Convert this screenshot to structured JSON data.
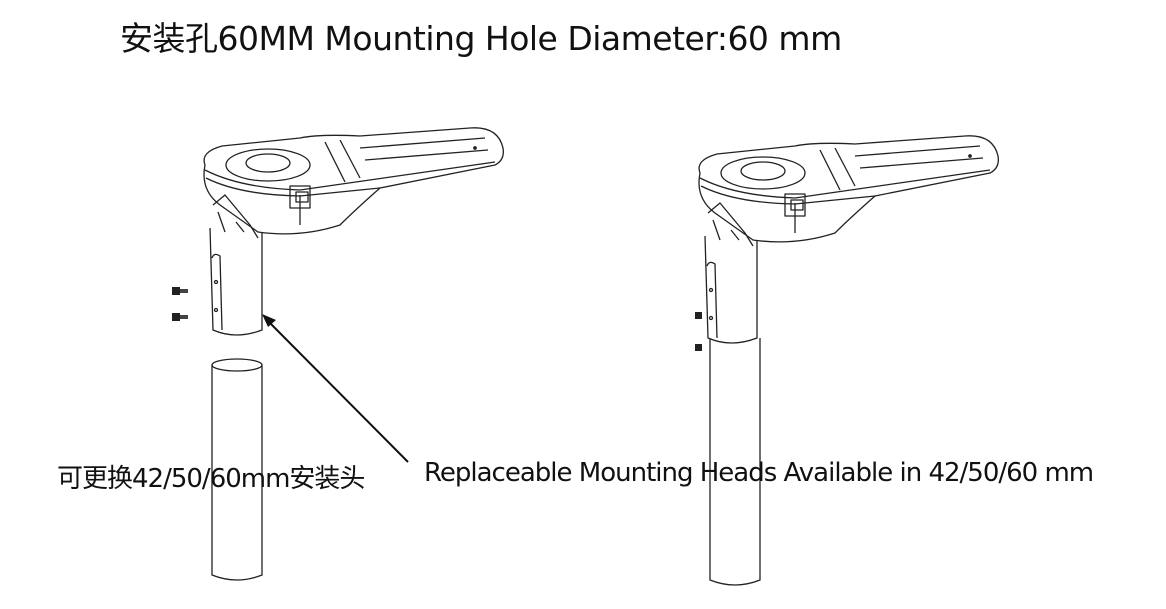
{
  "title": "安装孔60MM  Mounting Hole Diameter:60 mm",
  "caption_cn": "可更换42/50/60mm安装头",
  "caption_en": "Replaceable Mounting Heads Available in 42/50/60 mm",
  "figures": [
    {
      "name": "lamp-detached-from-pole"
    },
    {
      "name": "lamp-mounted-on-pole"
    }
  ]
}
